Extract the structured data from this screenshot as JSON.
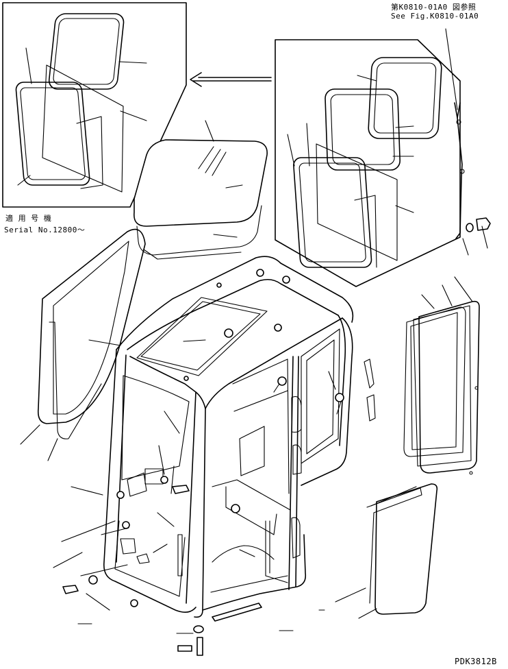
{
  "reference": {
    "line1": "第K0810-01A0 図参照",
    "line2": "See Fig.K0810-01A0"
  },
  "serial_note": {
    "line1": "適 用 号 機",
    "line2": "Serial No.12800～"
  },
  "figure_code": "PDK3812B"
}
